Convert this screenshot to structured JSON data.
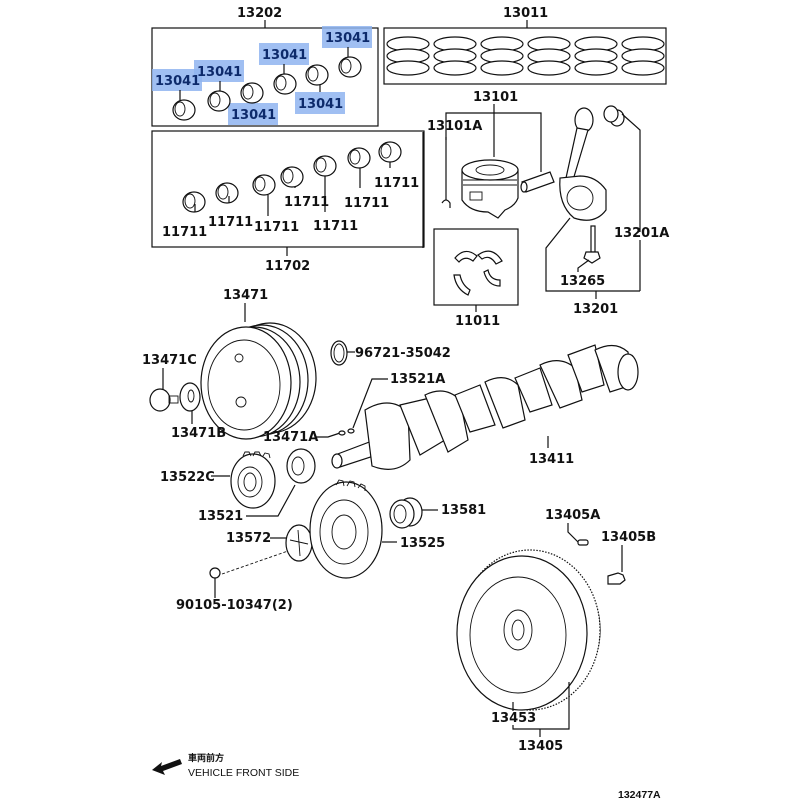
{
  "title": "Crankshaft & Piston Parts Diagram",
  "highlight_color": "#8fb4f0",
  "groups": {
    "g13202": "13202",
    "g13011": "13011",
    "g11702": "11702",
    "g13101": "13101",
    "g13201": "13201",
    "g11011": "11011",
    "g13405": "13405"
  },
  "labels": {
    "p13041_a": "13041",
    "p13041_b": "13041",
    "p13041_c": "13041",
    "p13041_d": "13041",
    "p13041_e": "13041",
    "p13041_f": "13041",
    "p11711_a": "11711",
    "p11711_b": "11711",
    "p11711_c": "11711",
    "p11711_d": "11711",
    "p11711_e": "11711",
    "p11711_f": "11711",
    "p11711_g": "11711",
    "p13101A": "13101A",
    "p13201A": "13201A",
    "p13265": "13265",
    "p13471": "13471",
    "p13471C": "13471C",
    "p13471B": "13471B",
    "p13471A": "13471A",
    "p96721": "96721-35042",
    "p13521A": "13521A",
    "p13411": "13411",
    "p13522C": "13522C",
    "p13521": "13521",
    "p13572": "13572",
    "p13581": "13581",
    "p13525": "13525",
    "p90105": "90105-10347(2)",
    "p13405A": "13405A",
    "p13405B": "13405B",
    "p13453": "13453"
  },
  "legend": {
    "jp": "車両前方",
    "en": "VEHICLE FRONT SIDE",
    "arrow_icon": "arrow-left-icon"
  },
  "diagram_code": "132477A"
}
